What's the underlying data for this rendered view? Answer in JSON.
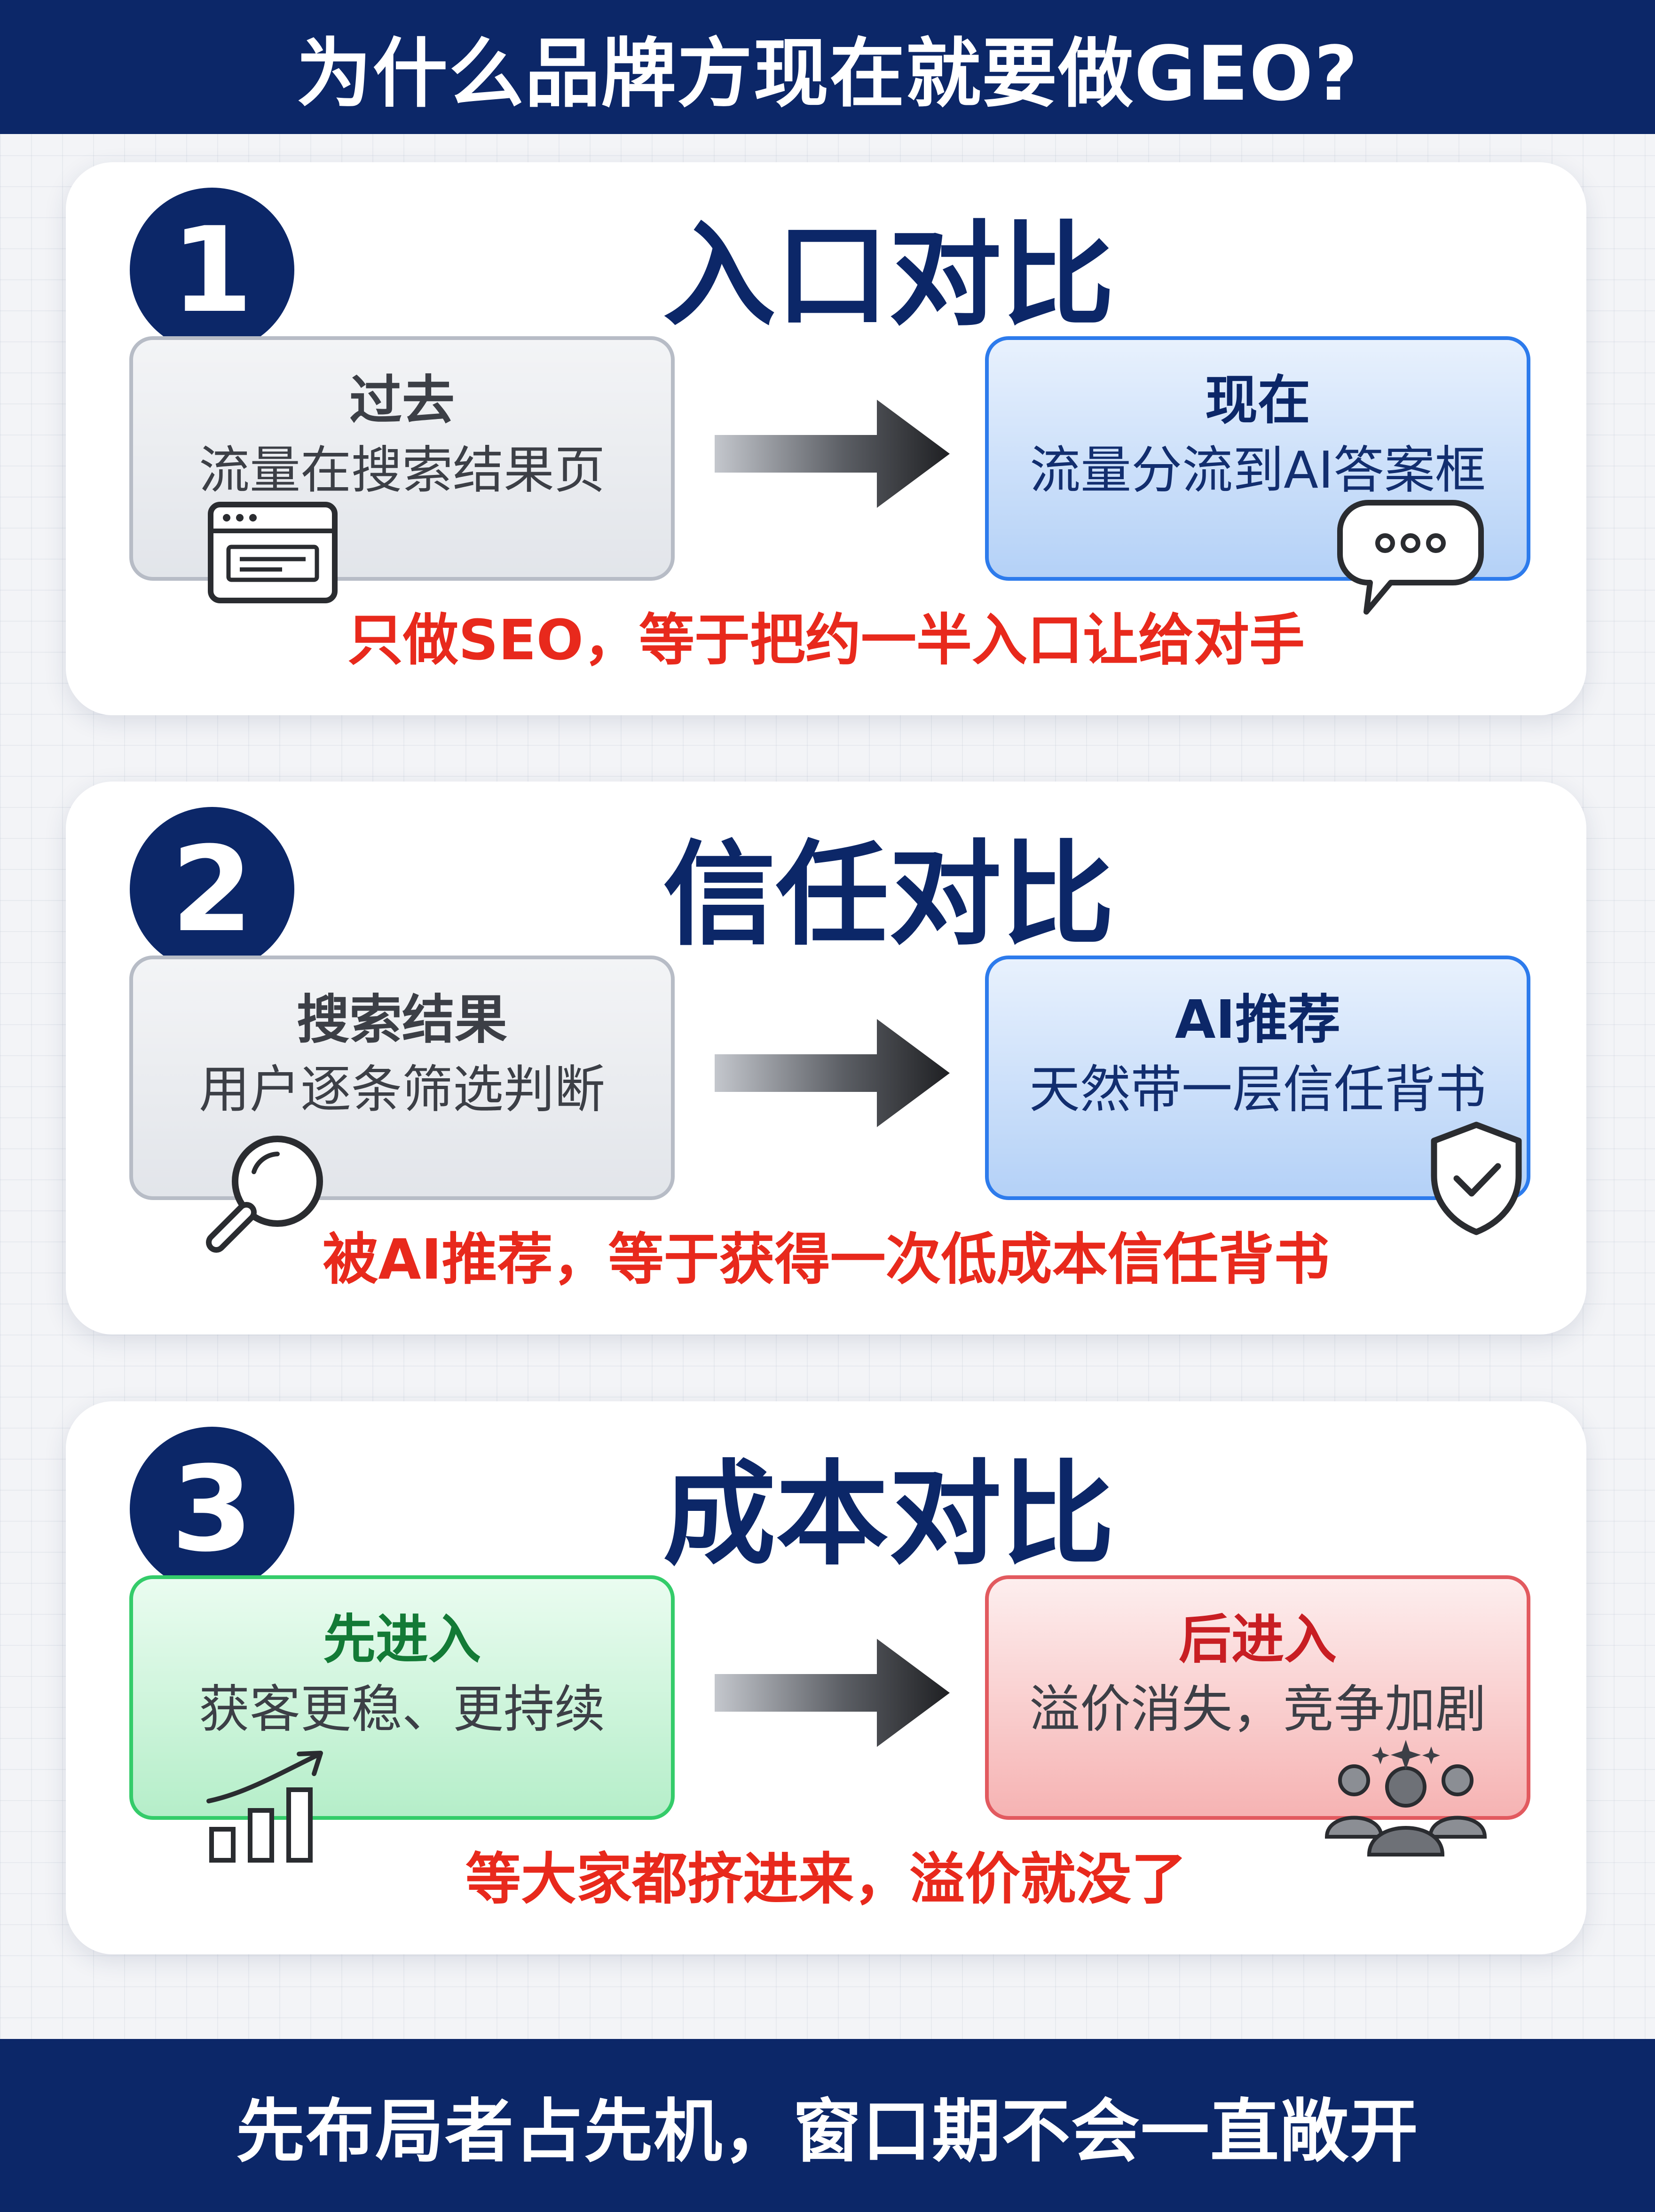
{
  "header": {
    "title": "为什么品牌方现在就要做GEO?"
  },
  "sections": [
    {
      "number": "1",
      "title": "入口对比",
      "left": {
        "title": "过去",
        "desc": "流量在搜索结果页",
        "icon": "browser-window-icon"
      },
      "right": {
        "title": "现在",
        "desc": "流量分流到AI答案框",
        "icon": "chat-bubble-icon"
      },
      "note": "只做SEO，等于把约一半入口让给对手"
    },
    {
      "number": "2",
      "title": "信任对比",
      "left": {
        "title": "搜索结果",
        "desc": "用户逐条筛选判断",
        "icon": "magnifier-icon"
      },
      "right": {
        "title": "AI推荐",
        "desc": "天然带一层信任背书",
        "icon": "shield-check-icon"
      },
      "note": "被AI推荐，等于获得一次低成本信任背书"
    },
    {
      "number": "3",
      "title": "成本对比",
      "left": {
        "title": "先进入",
        "desc": "获客更稳、更持续",
        "icon": "growth-chart-icon"
      },
      "right": {
        "title": "后进入",
        "desc": "溢价消失，竞争加剧",
        "icon": "crowd-icon"
      },
      "note": "等大家都挤进来，溢价就没了"
    }
  ],
  "footer": {
    "text": "先布局者占先机，窗口期不会一直敞开"
  },
  "colors": {
    "navy": "#0c2768",
    "note_red": "#e8291c",
    "blue_border": "#2d7bec",
    "green_border": "#34cc6a",
    "red_border": "#e25a5f",
    "grey_border": "#b7bcc6"
  }
}
